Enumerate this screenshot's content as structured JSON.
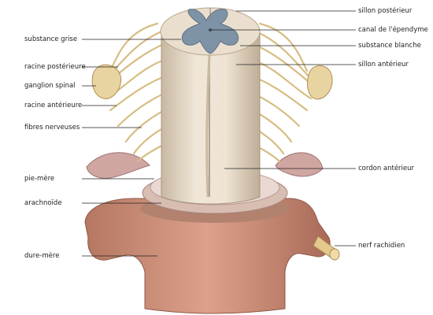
{
  "labels_left": [
    {
      "id": "substance-grise",
      "text": "substance grise"
    },
    {
      "id": "racine-posterieure",
      "text": "racine postérieure"
    },
    {
      "id": "ganglion-spinal",
      "text": "ganglion spinal"
    },
    {
      "id": "racine-anterieure",
      "text": "racine antérieure"
    },
    {
      "id": "fibres-nerveuses",
      "text": "fibres nerveuses"
    },
    {
      "id": "pie-mere",
      "text": "pie-mère"
    },
    {
      "id": "arachnoide",
      "text": "arachnoïde"
    },
    {
      "id": "dure-mere",
      "text": "dure-mère"
    }
  ],
  "labels_right": [
    {
      "id": "sillon-posterieur",
      "text": "sillon postérieur"
    },
    {
      "id": "canal-ependyme",
      "text": "canal de l'épendyme"
    },
    {
      "id": "substance-blanche",
      "text": "substance blanche"
    },
    {
      "id": "sillon-anterieur",
      "text": "sillon antérieur"
    },
    {
      "id": "cordon-anterieur",
      "text": "cordon antérieur"
    },
    {
      "id": "nerf-rachidien",
      "text": "nerf rachidien"
    }
  ],
  "colors": {
    "gray_matter": "#7f93a6",
    "white_matter": "#e8dccb",
    "nerve_fiber": "#e6cf98",
    "dura": "#c98d77",
    "pia": "#d6b6ae",
    "leader_line": "#222222"
  }
}
